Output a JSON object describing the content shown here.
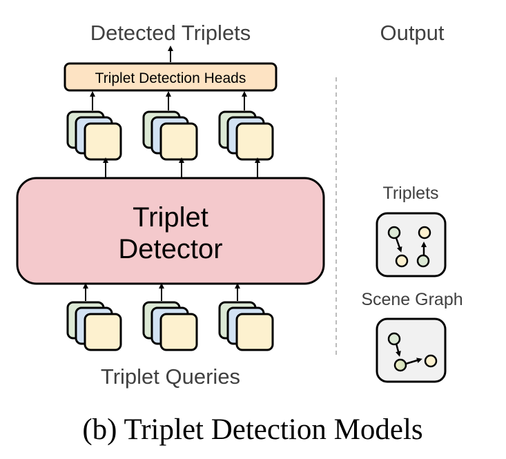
{
  "diagram": {
    "top_label": "Detected Triplets",
    "heads_label": "Triplet Detection Heads",
    "detector_label_line1": "Triplet",
    "detector_label_line2": "Detector",
    "bottom_label": "Triplet Queries",
    "output_title": "Output",
    "output_triplets_label": "Triplets",
    "output_scene_graph_label": "Scene Graph",
    "caption": "(b) Triplet Detection Models",
    "query_stack_count": 3,
    "colors": {
      "heads_fill": "#fde3c3",
      "detector_fill": "#f4c9cc",
      "card_green": "#dce9d5",
      "card_blue": "#d2e2f3",
      "card_yellow": "#fdf1cf",
      "output_box_fill": "#f1f1f1",
      "node_green": "#dce9d5",
      "node_yellow": "#fdf1cf",
      "label_gray": "#404040",
      "divider": "#bbbbbb"
    }
  }
}
